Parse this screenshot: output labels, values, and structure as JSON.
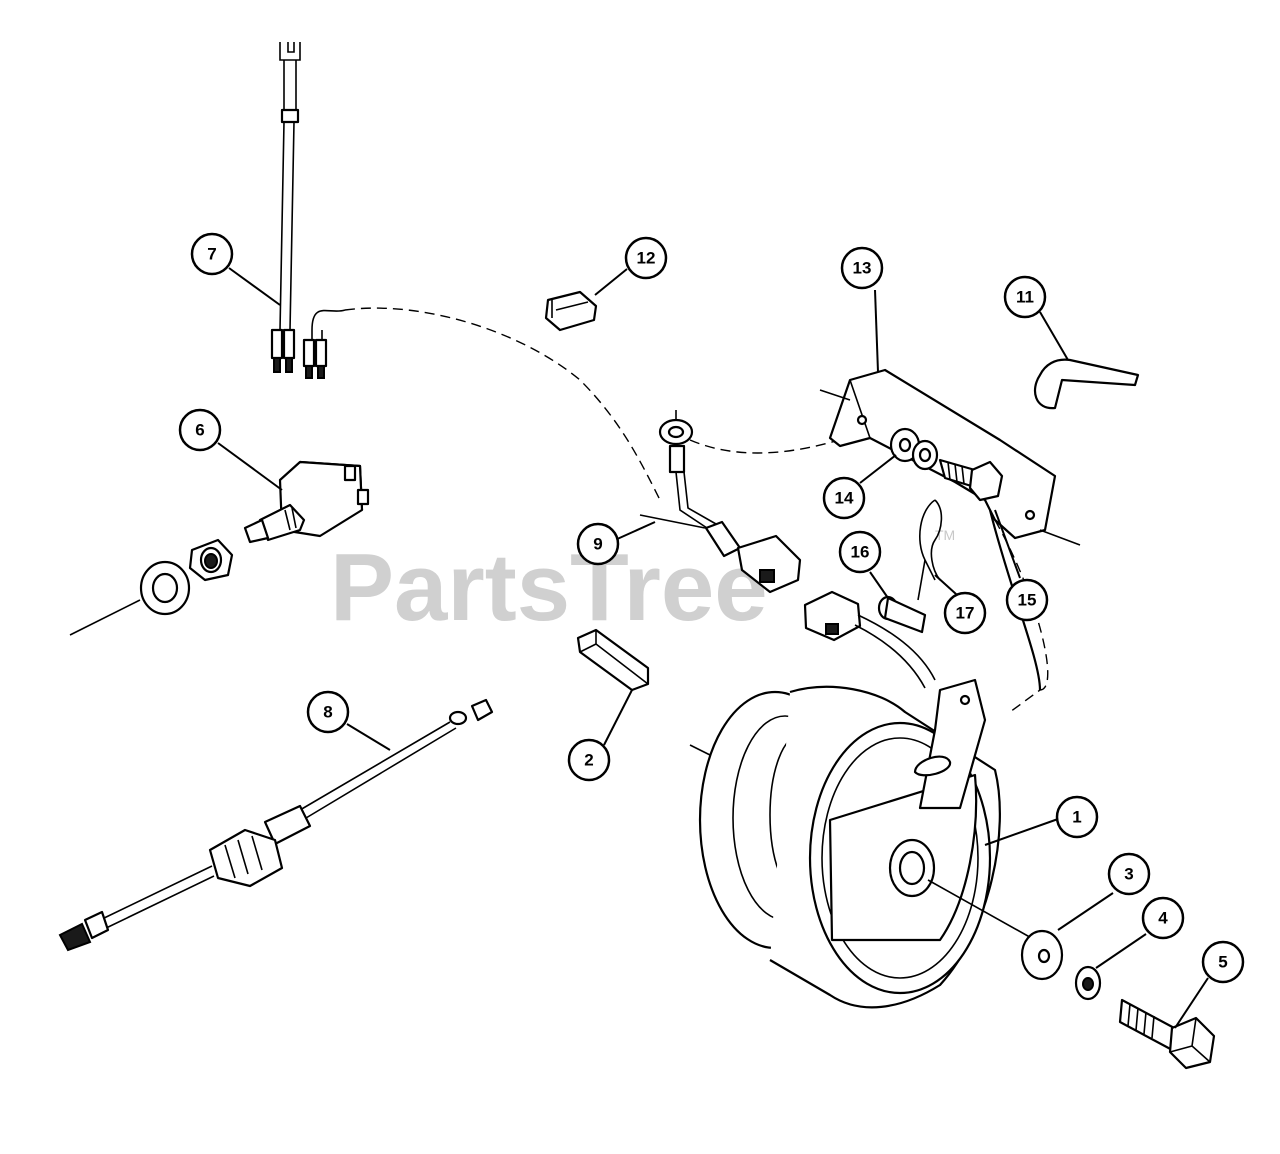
{
  "watermark": {
    "text": "PartsTree",
    "tm": "TM"
  },
  "callouts": [
    {
      "label": "1"
    },
    {
      "label": "2"
    },
    {
      "label": "3"
    },
    {
      "label": "4"
    },
    {
      "label": "5"
    },
    {
      "label": "6"
    },
    {
      "label": "7"
    },
    {
      "label": "8"
    },
    {
      "label": "9"
    },
    {
      "label": "11"
    },
    {
      "label": "12"
    },
    {
      "label": "13"
    },
    {
      "label": "14"
    },
    {
      "label": "15"
    },
    {
      "label": "16"
    },
    {
      "label": "17"
    }
  ]
}
